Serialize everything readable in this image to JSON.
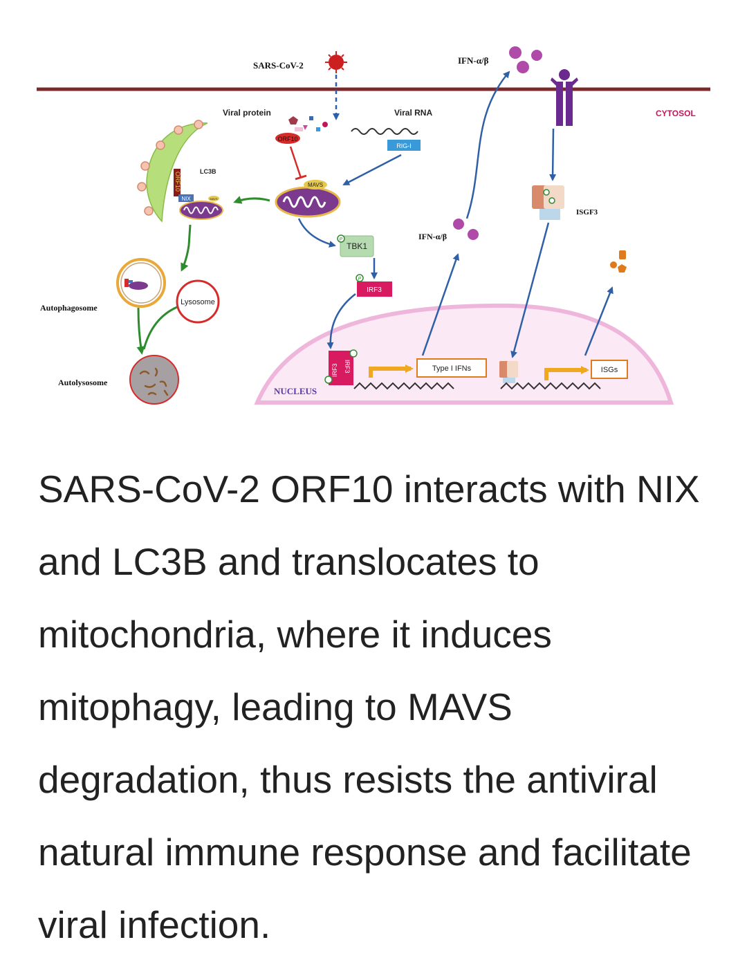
{
  "diagram": {
    "virus": "SARS-CoV-2",
    "ifn_top": "IFN-α/β",
    "ifn_mid": "IFN-α/β",
    "cytosol": "CYTOSOL",
    "viral_protein": "Viral protein",
    "viral_rna": "Viral RNA",
    "orf10": "ORF10",
    "orf10_vertical": "ORF10",
    "rig_i": "RIG-I",
    "lc3b": "LC3B",
    "nix": "NIX",
    "mavs": "MAVS",
    "mavs_small": "MAVS",
    "tbk1": "TBK1",
    "irf3": "IRF3",
    "irf3_a": "IRF3",
    "irf3_b": "IRF3",
    "isgf3": "ISGF3",
    "autophagosome": "Autophagosome",
    "lysosome": "Lysosome",
    "autolysosome": "Autolysosome",
    "nucleus": "NUCLEUS",
    "type1_ifns": "Type I IFNs",
    "isgs": "ISGs",
    "p": "P",
    "colors": {
      "membrane": "#7a2a2a",
      "virus": "#cc1f1f",
      "ifn": "#b04aa8",
      "cytosol": "#c2185b",
      "rig_i": "#3a9ad9",
      "orf10": "#d62b2b",
      "mito": "#7b3a8e",
      "mavs": "#e6c84a",
      "tbk1": "#b7dbb0",
      "irf3": "#d81b60",
      "nucleus": "#f3c7e3",
      "arrow_blue": "#2f5fa6",
      "arrow_green": "#2e8b2e",
      "gene_box": "#e07b1c"
    }
  },
  "caption": "SARS-CoV-2 ORF10 interacts with NIX and LC3B and translocates to mitochondria, where it induces mitophagy, leading to MAVS degradation, thus resists the antiviral natural immune response and facilitate viral infection."
}
